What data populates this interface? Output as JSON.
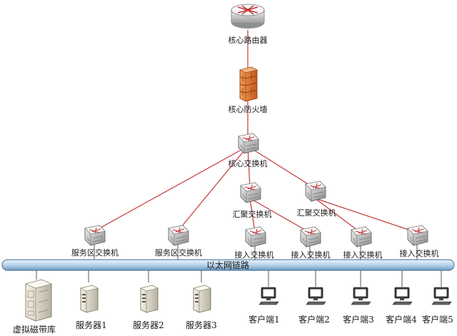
{
  "core_router": {
    "label": "核心路由器"
  },
  "core_firewall": {
    "label": "核心防火墙"
  },
  "core_switch": {
    "label": "核心交换机"
  },
  "agg_switches": [
    {
      "label": "汇聚交换机"
    },
    {
      "label": "汇聚交换机"
    }
  ],
  "server_switches": [
    {
      "label": "服务区交换机"
    },
    {
      "label": "服务区交换机"
    }
  ],
  "access_switches": [
    {
      "label": "接入交换机"
    },
    {
      "label": "接入交换机"
    },
    {
      "label": "接入交换机"
    },
    {
      "label": "接入交换机"
    }
  ],
  "ethernet": {
    "label": "以太网链路"
  },
  "storage": {
    "label": "虚拟磁带库"
  },
  "servers": [
    {
      "label": "服务器1"
    },
    {
      "label": "服务器2"
    },
    {
      "label": "服务器3"
    }
  ],
  "clients": [
    {
      "label": "客户端1"
    },
    {
      "label": "客户端2"
    },
    {
      "label": "客户端3"
    },
    {
      "label": "客户端4"
    },
    {
      "label": "客户端5"
    }
  ],
  "colors": {
    "link": "#c0393b",
    "bus_fill": "#cfe3f4",
    "bus_stroke": "#3d6a96",
    "firewall": "#e07a2e"
  }
}
